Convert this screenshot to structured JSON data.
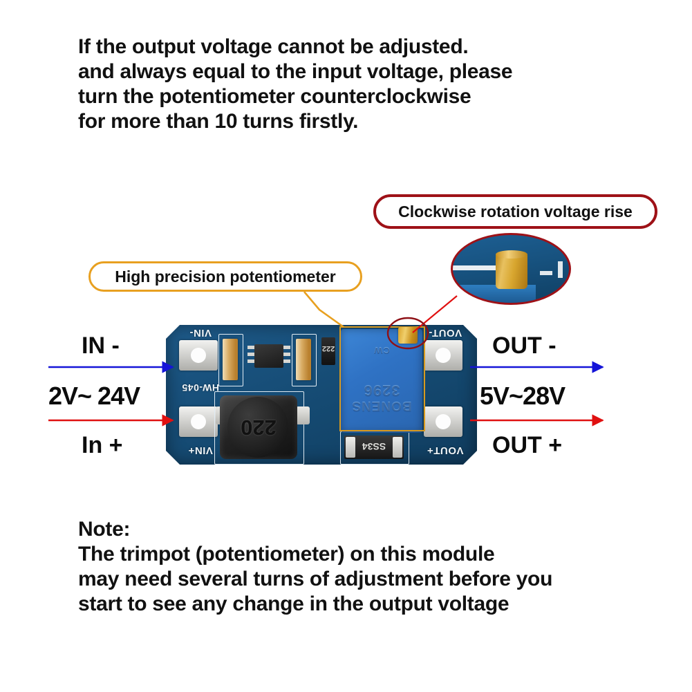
{
  "top_paragraph": {
    "lines": [
      "If the output voltage cannot be adjusted.",
      "and always equal to the input voltage, please",
      "turn the potentiometer counterclockwise",
      "for more than 10 turns firstly."
    ],
    "text": "If the output voltage cannot be adjusted.\nand always equal to the input voltage, please\nturn the potentiometer counterclockwise\nfor more than 10 turns firstly."
  },
  "note_paragraph": {
    "lines": [
      "Note:",
      "The trimpot (potentiometer) on this module",
      "may need several turns of adjustment before you",
      "start to see any change in the output voltage"
    ],
    "text": "Note:\nThe trimpot (potentiometer) on this module\nmay need several turns of adjustment before you\nstart to see any change in the output voltage"
  },
  "callouts": {
    "clockwise": {
      "label": "Clockwise rotation voltage rise",
      "border_color": "#9e1117"
    },
    "potentiometer": {
      "label": "High precision potentiometer",
      "border_color": "#e8a020"
    }
  },
  "terminals": {
    "input": {
      "negative_label": "IN -",
      "range_label": "2V~ 24V",
      "positive_label": "In +",
      "negative_arrow_color": "#1414d8",
      "positive_arrow_color": "#e01010"
    },
    "output": {
      "negative_label": "OUT -",
      "range_label": "5V~28V",
      "positive_label": "OUT +",
      "negative_arrow_color": "#1414d8",
      "positive_arrow_color": "#e01010"
    }
  },
  "pcb": {
    "silkscreen": {
      "vin_minus": "VIN-",
      "vin_plus": "VIN+",
      "model": "HW-045",
      "vout_minus": "VOUT-",
      "vout_plus": "VOUT+"
    },
    "components": {
      "inductor_code": "220",
      "trimpot_brand": "BONENS",
      "trimpot_model": "3296",
      "trimpot_marking": "CW",
      "resistor_code": "222",
      "diode_code": "SS34"
    },
    "colors": {
      "board": "#14486f",
      "trimpot": "#2f72c4",
      "screw": "#d8a62f",
      "pad": "#e2e2de"
    }
  },
  "inset_photo": {
    "name": "trimpot-screw-closeup",
    "border_color": "#9e1117"
  }
}
